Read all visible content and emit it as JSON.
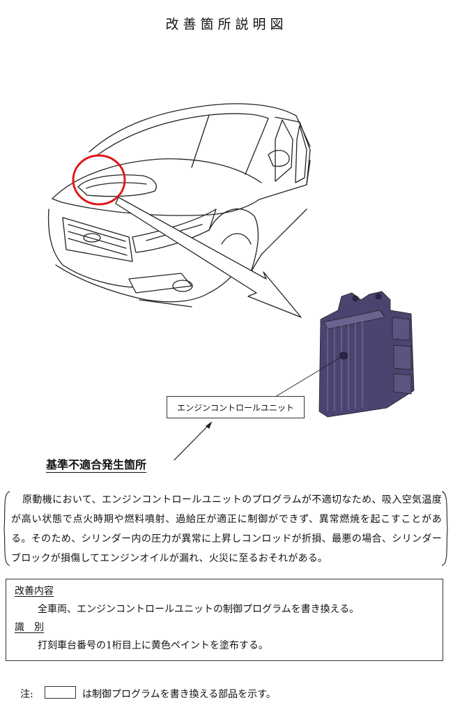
{
  "title": "改善箇所説明図",
  "ecu_label": "エンジンコントロールユニット",
  "defect_location_label": "基準不適合発生箇所",
  "description": "原動機において、エンジンコントロールユニットのプログラムが不適切なため、吸入空気温度が高い状態で点火時期や燃料噴射、過給圧が適正に制御ができず、異常燃焼を起こすことがある。そのため、シリンダー内の圧力が異常に上昇しコンロッドが折損、最悪の場合、シリンダーブロックが損傷してエンジンオイルが漏れ、火災に至るおそれがある。",
  "remedy": {
    "heading": "改善内容",
    "text": "全車両、エンジンコントロールユニットの制御プログラムを書き換える。"
  },
  "identification": {
    "heading": "識　別",
    "text": "打刻車台番号の1桁目上に黄色ペイントを塗布する。"
  },
  "note": {
    "prefix": "注:",
    "text": "は制御プログラムを書き換える部品を示す。"
  },
  "colors": {
    "highlight_circle": "#e01818",
    "ecu_body": "#4a4470"
  }
}
